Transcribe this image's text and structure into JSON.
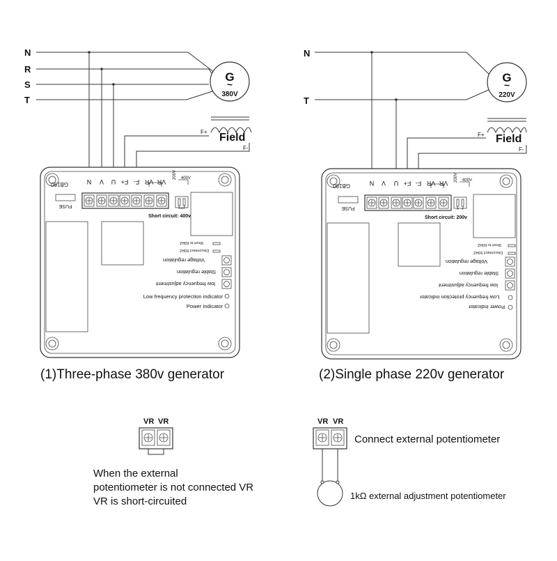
{
  "colors": {
    "line": "#333333",
    "text": "#111111",
    "background": "#ffffff"
  },
  "left_diagram": {
    "phase_labels": [
      "N",
      "R",
      "S",
      "T"
    ],
    "generator_symbol": "G",
    "generator_wave": "~",
    "generator_rating": "380V",
    "field_label": "Field",
    "field_plus": "F+",
    "field_minus": "F-",
    "terminal_labels": [
      "N",
      "V",
      "U",
      "F+",
      "F-",
      "VR",
      "VR"
    ],
    "board_model": "GB190",
    "fuse_label": "FUSE",
    "jumper_voltage": "200V",
    "jumper_voltage_alt": "400V",
    "short_circuit_note": "Short circuit: 400v",
    "freq_short": "Short to 60HZ",
    "freq_disconnect": "Disconnect 50HZ",
    "adjusters": [
      "Voltage regulation",
      "Stable regulation",
      "low frequency adjustment"
    ],
    "indicators": [
      "Low frequency protection indicator",
      "Power Indicator"
    ],
    "caption": "(1)Three-phase 380v generator"
  },
  "right_diagram": {
    "phase_labels": [
      "N",
      "T"
    ],
    "generator_symbol": "G",
    "generator_wave": "~",
    "generator_rating": "220V",
    "field_label": "Field",
    "field_plus": "F+",
    "field_minus": "F-",
    "terminal_labels": [
      "N",
      "V",
      "U",
      "F+",
      "F-",
      "VR",
      "VR"
    ],
    "board_model": "GB190",
    "fuse_label": "FUSE",
    "jumper_voltage": "200V",
    "jumper_voltage_alt": "400V",
    "short_circuit_note": "Short circuit: 200v",
    "freq_short": "Short to 60HZ",
    "freq_disconnect": "Disconnect 50HZ",
    "adjusters": [
      "Voltage regulation",
      "Stable regulation",
      "low frequency adjustment"
    ],
    "indicators": [
      "Low frequency protection indicator",
      "Power Indicator"
    ],
    "caption": "(2)Single phase 220v generator"
  },
  "vr_short_detail": {
    "labels": [
      "VR",
      "VR"
    ],
    "note_lines": [
      "When the external",
      "potentiometer is not connected VR",
      "VR is short-circuited"
    ]
  },
  "vr_pot_detail": {
    "labels": [
      "VR",
      "VR"
    ],
    "connect_note": "Connect external potentiometer",
    "pot_note": "1kΩ external adjustment potentiometer"
  }
}
